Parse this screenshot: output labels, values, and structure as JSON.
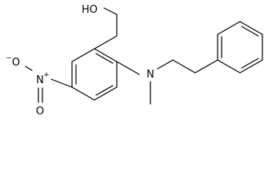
{
  "structure": {
    "labels": {
      "hydroxyl": "HO",
      "nitro_nitrogen": "N",
      "nitro_nitrogen_charge": "+",
      "nitro_oxygen_left": "O",
      "nitro_oxygen_left_charge": "−",
      "nitro_oxygen_bottom": "O",
      "amine_nitrogen": "N"
    },
    "colors": {
      "bond": "#000000",
      "text": "#000000",
      "background": "#ffffff"
    }
  }
}
